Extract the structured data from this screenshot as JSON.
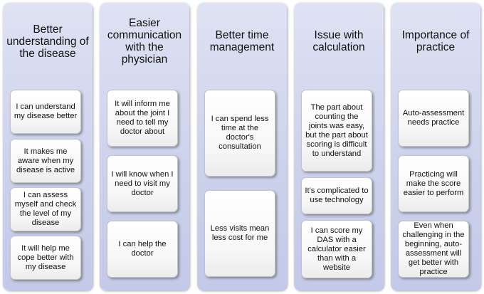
{
  "columns": [
    {
      "title": "Better understanding of the disease",
      "cards": [
        "I can understand my disease better",
        "It makes me aware when my disease is active",
        "I can assess myself and check the level of my disease",
        "It will help me cope better with my disease"
      ]
    },
    {
      "title": "Easier communication with the physician",
      "cards": [
        "It will inform me about the joint I need to tell my doctor about",
        "I will know when I need to visit my doctor",
        "I can help the doctor"
      ]
    },
    {
      "title": "Better time management",
      "cards": [
        "I can spend less time at the doctor's consultation",
        "Less visits mean less cost for me"
      ]
    },
    {
      "title": "Issue with calculation",
      "cards": [
        "The part about counting the joints was easy, but the part about scoring is difficult to understand",
        "It's complicated to use technology",
        "I can score my DAS with a calculator easier than with a website"
      ]
    },
    {
      "title": "Importance of practice",
      "cards": [
        "Auto-assessment needs practice",
        "Practicing will make the score easier to perform",
        "Even when challenging in the beginning, auto-assessment will get better with practice"
      ]
    }
  ]
}
